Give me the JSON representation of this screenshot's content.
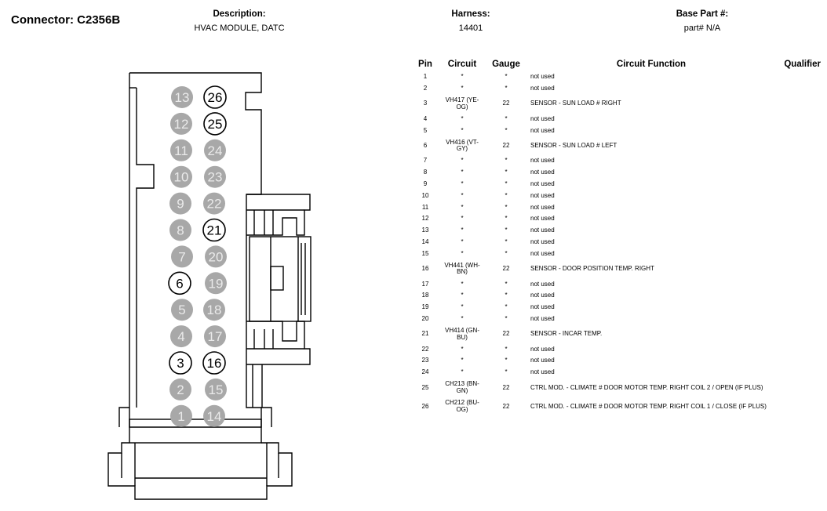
{
  "header": {
    "connector_title": "Connector: C2356B",
    "description_label": "Description:",
    "description_value": "HVAC MODULE, DATC",
    "harness_label": "Harness:",
    "harness_value": "14401",
    "base_part_label": "Base Part #:",
    "base_part_value": "part# N/A"
  },
  "connector": {
    "pins_filled": [
      "1",
      "2",
      "4",
      "5",
      "7",
      "8",
      "9",
      "10",
      "11",
      "12",
      "13",
      "14",
      "15",
      "17",
      "18",
      "19",
      "20",
      "22",
      "23",
      "24"
    ],
    "pins_outlined": [
      "3",
      "6",
      "16",
      "21",
      "25",
      "26"
    ],
    "filled_color": "#a8a8a8"
  },
  "table": {
    "headers": [
      "Pin",
      "Circuit",
      "Gauge",
      "Circuit Function",
      "Qualifier"
    ],
    "rows": [
      {
        "pin": "1",
        "circuit": "*",
        "gauge": "*",
        "function": "not used",
        "qualifier": ""
      },
      {
        "pin": "2",
        "circuit": "*",
        "gauge": "*",
        "function": "not used",
        "qualifier": ""
      },
      {
        "pin": "3",
        "circuit": "VH417 (YE-OG)",
        "gauge": "22",
        "function": "SENSOR - SUN LOAD # RIGHT",
        "qualifier": ""
      },
      {
        "pin": "4",
        "circuit": "*",
        "gauge": "*",
        "function": "not used",
        "qualifier": ""
      },
      {
        "pin": "5",
        "circuit": "*",
        "gauge": "*",
        "function": "not used",
        "qualifier": ""
      },
      {
        "pin": "6",
        "circuit": "VH416 (VT-GY)",
        "gauge": "22",
        "function": "SENSOR - SUN LOAD # LEFT",
        "qualifier": ""
      },
      {
        "pin": "7",
        "circuit": "*",
        "gauge": "*",
        "function": "not used",
        "qualifier": ""
      },
      {
        "pin": "8",
        "circuit": "*",
        "gauge": "*",
        "function": "not used",
        "qualifier": ""
      },
      {
        "pin": "9",
        "circuit": "*",
        "gauge": "*",
        "function": "not used",
        "qualifier": ""
      },
      {
        "pin": "10",
        "circuit": "*",
        "gauge": "*",
        "function": "not used",
        "qualifier": ""
      },
      {
        "pin": "11",
        "circuit": "*",
        "gauge": "*",
        "function": "not used",
        "qualifier": ""
      },
      {
        "pin": "12",
        "circuit": "*",
        "gauge": "*",
        "function": "not used",
        "qualifier": ""
      },
      {
        "pin": "13",
        "circuit": "*",
        "gauge": "*",
        "function": "not used",
        "qualifier": ""
      },
      {
        "pin": "14",
        "circuit": "*",
        "gauge": "*",
        "function": "not used",
        "qualifier": ""
      },
      {
        "pin": "15",
        "circuit": "*",
        "gauge": "*",
        "function": "not used",
        "qualifier": ""
      },
      {
        "pin": "16",
        "circuit": "VH441 (WH-BN)",
        "gauge": "22",
        "function": "SENSOR - DOOR POSITION TEMP. RIGHT",
        "qualifier": ""
      },
      {
        "pin": "17",
        "circuit": "*",
        "gauge": "*",
        "function": "not used",
        "qualifier": ""
      },
      {
        "pin": "18",
        "circuit": "*",
        "gauge": "*",
        "function": "not used",
        "qualifier": ""
      },
      {
        "pin": "19",
        "circuit": "*",
        "gauge": "*",
        "function": "not used",
        "qualifier": ""
      },
      {
        "pin": "20",
        "circuit": "*",
        "gauge": "*",
        "function": "not used",
        "qualifier": ""
      },
      {
        "pin": "21",
        "circuit": "VH414 (GN-BU)",
        "gauge": "22",
        "function": "SENSOR - INCAR TEMP.",
        "qualifier": ""
      },
      {
        "pin": "22",
        "circuit": "*",
        "gauge": "*",
        "function": "not used",
        "qualifier": ""
      },
      {
        "pin": "23",
        "circuit": "*",
        "gauge": "*",
        "function": "not used",
        "qualifier": ""
      },
      {
        "pin": "24",
        "circuit": "*",
        "gauge": "*",
        "function": "not used",
        "qualifier": ""
      },
      {
        "pin": "25",
        "circuit": "CH213 (BN-GN)",
        "gauge": "22",
        "function": "CTRL MOD. - CLIMATE # DOOR MOTOR TEMP. RIGHT COIL 2 / OPEN (IF PLUS)",
        "qualifier": ""
      },
      {
        "pin": "26",
        "circuit": "CH212 (BU-OG)",
        "gauge": "22",
        "function": "CTRL MOD. - CLIMATE # DOOR MOTOR TEMP. RIGHT COIL 1 / CLOSE (IF PLUS)",
        "qualifier": ""
      }
    ]
  }
}
